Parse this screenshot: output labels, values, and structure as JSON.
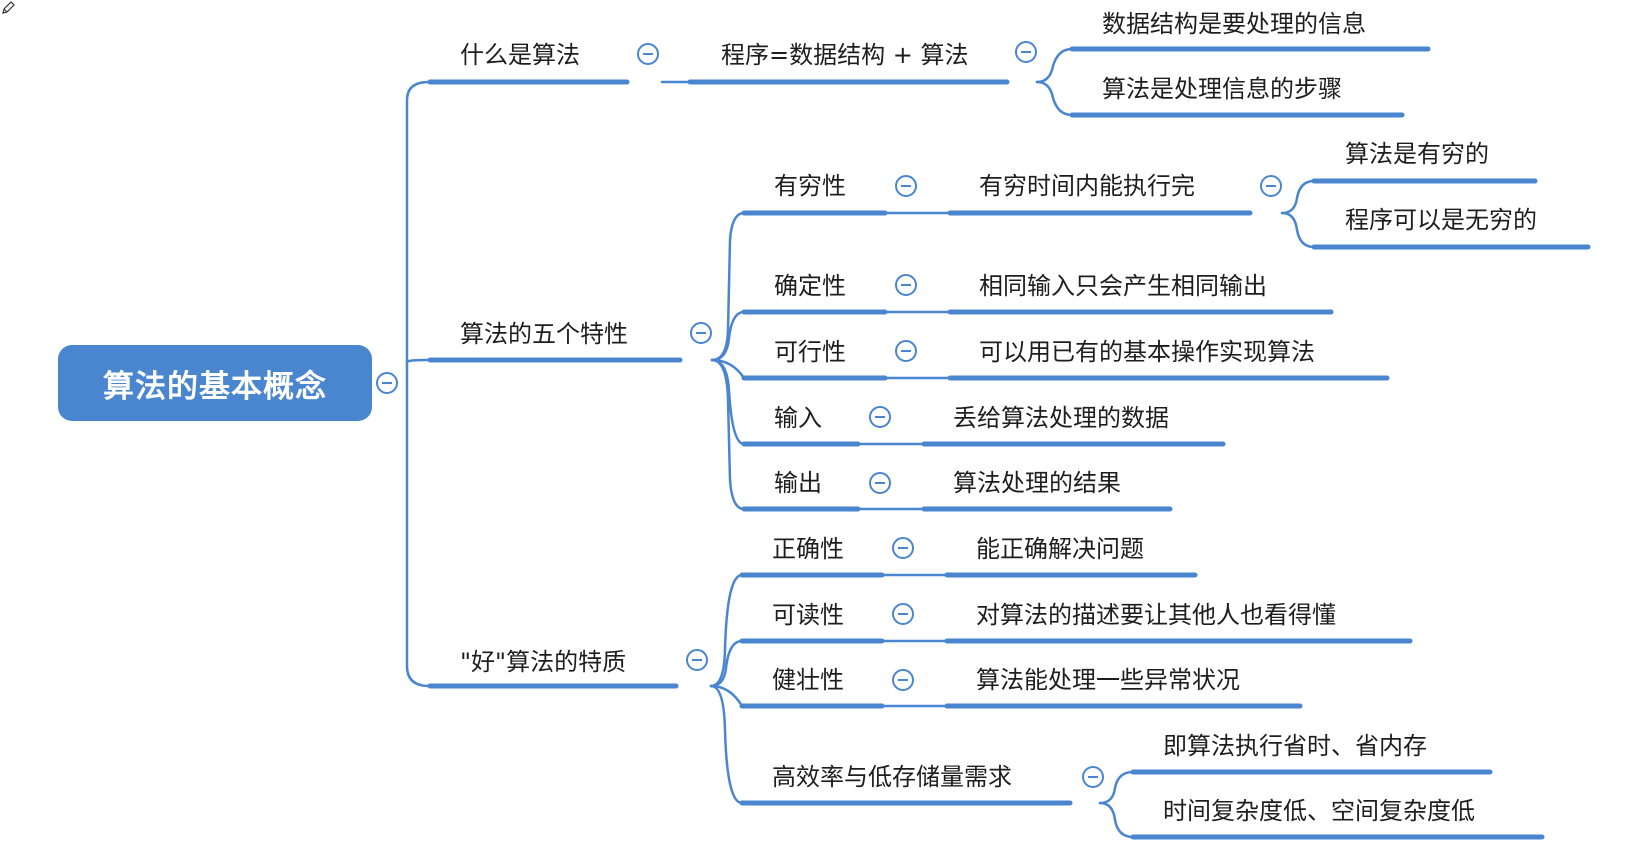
{
  "mindmap": {
    "root": "算法的基本概念",
    "branches": [
      {
        "label": "什么是算法",
        "children": [
          {
            "label": "程序=数据结构 + 算法",
            "children": [
              "数据结构是要处理的信息",
              "算法是处理信息的步骤"
            ]
          }
        ]
      },
      {
        "label": "算法的五个特性",
        "children": [
          {
            "label": "有穷性",
            "children": [
              {
                "label": "有穷时间内能执行完",
                "children": [
                  "算法是有穷的",
                  "程序可以是无穷的"
                ]
              }
            ]
          },
          {
            "label": "确定性",
            "children": [
              {
                "label": "相同输入只会产生相同输出"
              }
            ]
          },
          {
            "label": "可行性",
            "children": [
              {
                "label": "可以用已有的基本操作实现算法"
              }
            ]
          },
          {
            "label": "输入",
            "children": [
              {
                "label": "丢给算法处理的数据"
              }
            ]
          },
          {
            "label": "输出",
            "children": [
              {
                "label": "算法处理的结果"
              }
            ]
          }
        ]
      },
      {
        "label": "\"好\"算法的特质",
        "children": [
          {
            "label": "正确性",
            "children": [
              {
                "label": "能正确解决问题"
              }
            ]
          },
          {
            "label": "可读性",
            "children": [
              {
                "label": "对算法的描述要让其他人也看得懂"
              }
            ]
          },
          {
            "label": "健壮性",
            "children": [
              {
                "label": "算法能处理一些异常状况"
              }
            ]
          },
          {
            "label": "高效率与低存储量需求",
            "children": [
              "即算法执行省时、省内存",
              "时间复杂度低、空间复杂度低"
            ]
          }
        ]
      }
    ]
  },
  "colors": {
    "line": "#4a86d0",
    "root_fill": "#4a86d0",
    "text": "#1e1e1e"
  },
  "icons": {
    "collapse": "minus-circle-icon",
    "cursor": "pencil-icon"
  }
}
